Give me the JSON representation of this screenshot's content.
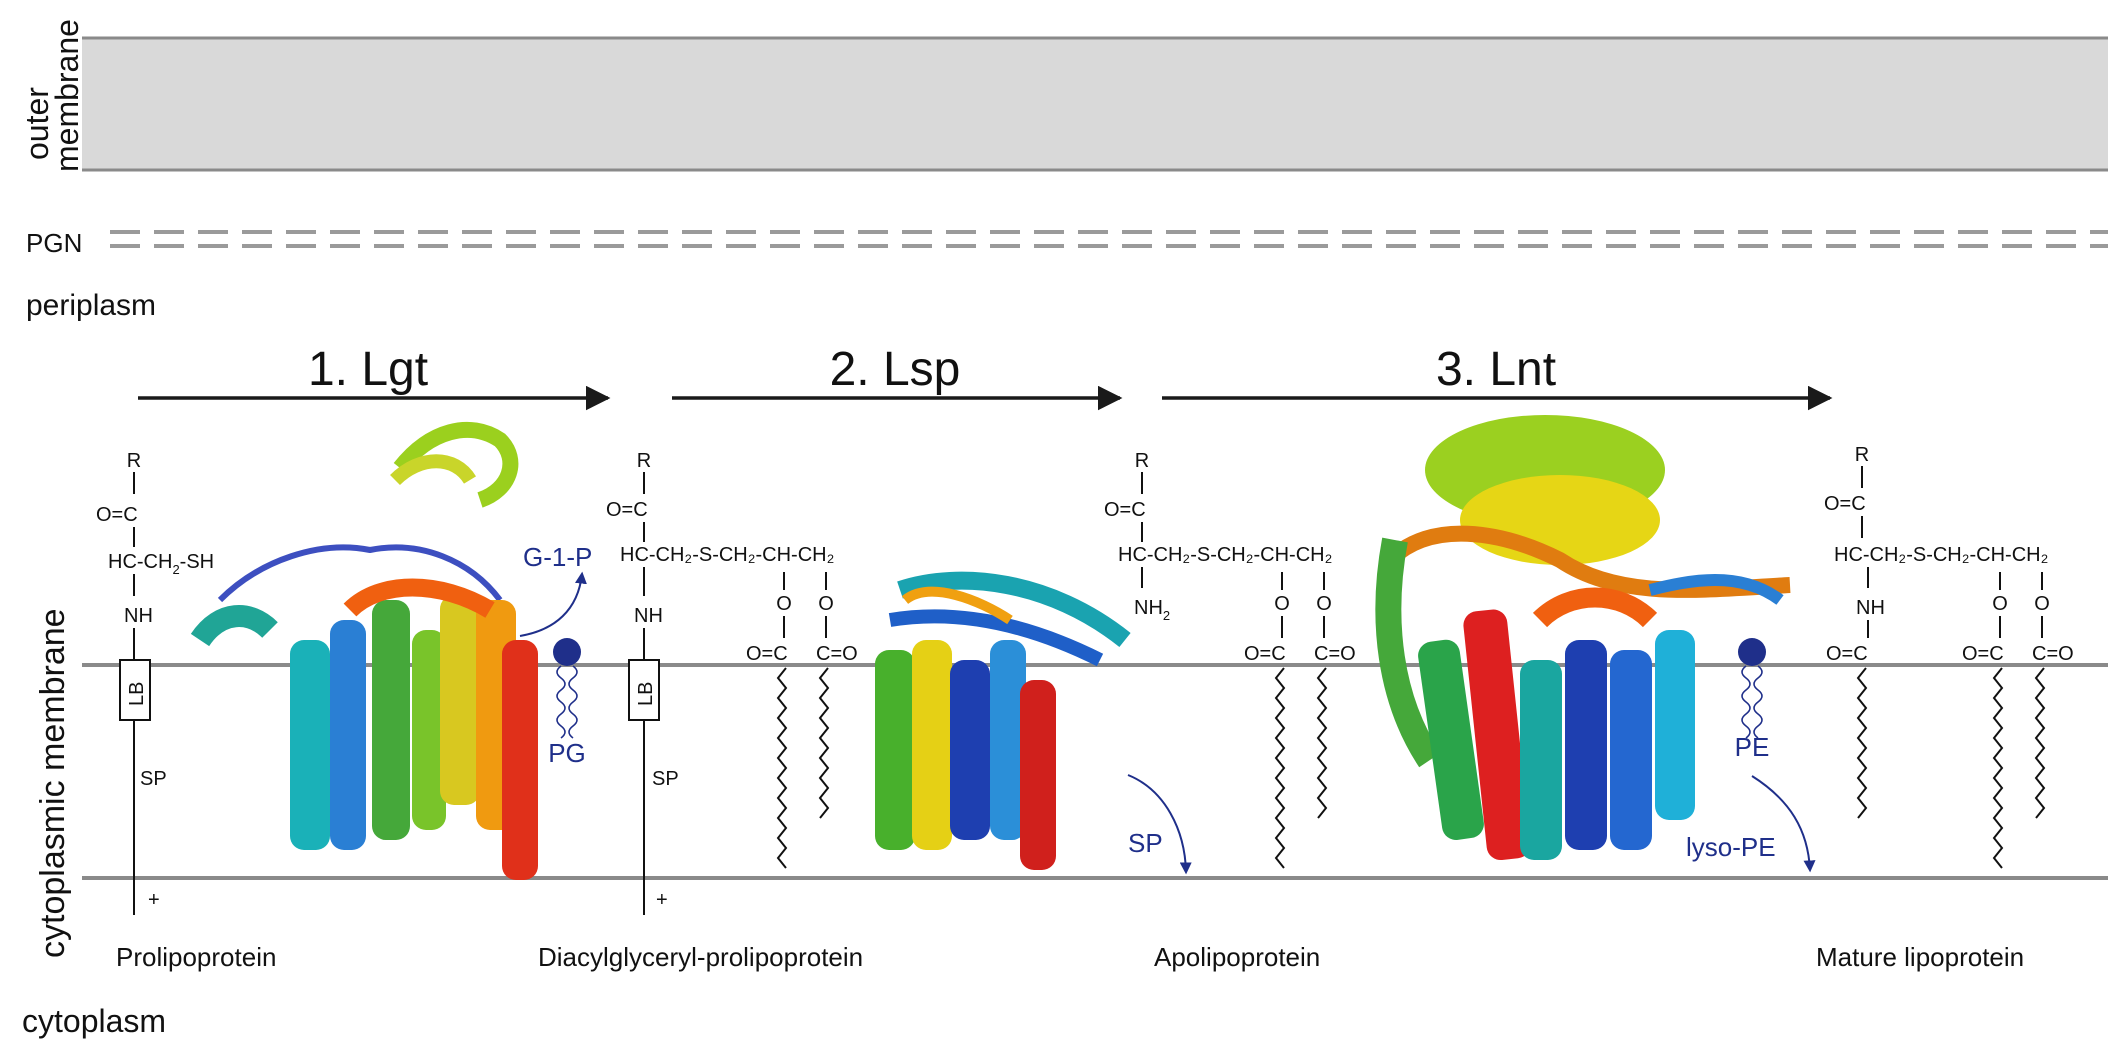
{
  "compartments": {
    "outer_membrane_line1": "outer",
    "outer_membrane_line2": "membrane",
    "pgn": "PGN",
    "periplasm": "periplasm",
    "cytoplasmic_membrane": "cytoplasmic membrane",
    "cytoplasm": "cytoplasm"
  },
  "steps": [
    {
      "label": "1. Lgt"
    },
    {
      "label": "2. Lsp"
    },
    {
      "label": "3. Lnt"
    }
  ],
  "species": [
    {
      "name": "Prolipoprotein"
    },
    {
      "name": "Diacylglyceryl-prolipoprotein"
    },
    {
      "name": "Apolipoprotein"
    },
    {
      "name": "Mature lipoprotein"
    }
  ],
  "chem": {
    "R": "R",
    "OC": "O=C",
    "CO": "C=O",
    "O": "O",
    "NH": "NH",
    "NH2": "NH",
    "NH2_sub": "2",
    "LB": "LB",
    "SP": "SP",
    "plus": "+",
    "hc_ch2_sh": "HC-CH",
    "hc_ch2_sh_sub": "2",
    "hc_ch2_sh_tail": "-SH",
    "dag_chain": "HC-CH₂-S-CH₂-CH-CH₂"
  },
  "byproducts": {
    "g1p": "G-1-P",
    "pg": "PG",
    "sp_released": "SP",
    "pe": "PE",
    "lyso_pe": "lyso-PE"
  },
  "colors": {
    "membrane_line": "#8a8a8a",
    "outer_membrane_fill": "#d9d9d9",
    "annotation_blue": "#1f2f8a",
    "arrow": "#1a1a1a"
  }
}
